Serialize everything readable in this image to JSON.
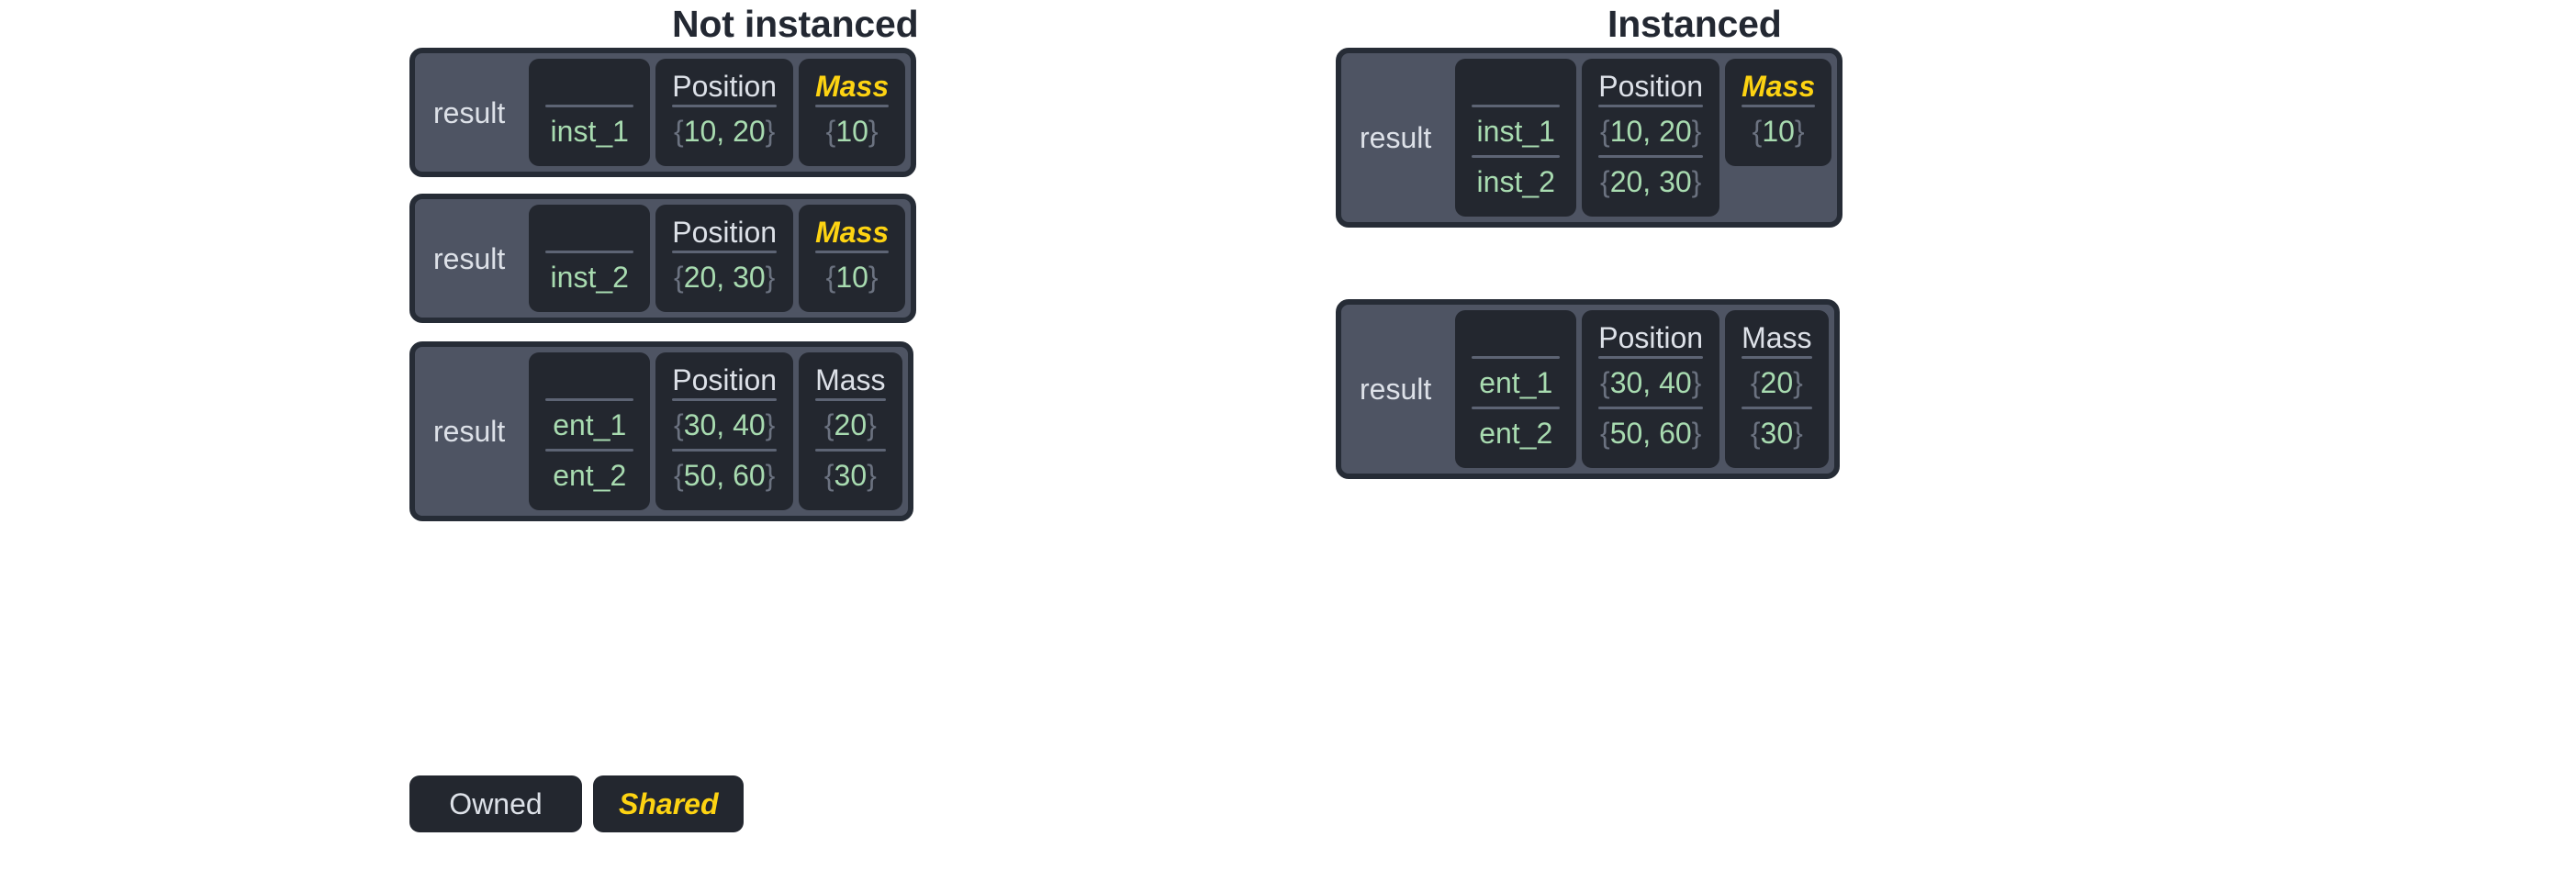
{
  "columns": {
    "left": {
      "title": "Not instanced",
      "tables": [
        {
          "result_label": "result",
          "columns": [
            {
              "header": "",
              "ownership": "blank",
              "values": [
                "inst_1"
              ],
              "kind": "name"
            },
            {
              "header": "Position",
              "ownership": "owned",
              "values": [
                "{10, 20}"
              ],
              "kind": "pos"
            },
            {
              "header": "Mass",
              "ownership": "shared",
              "values": [
                "{10}"
              ],
              "kind": "mass"
            }
          ]
        },
        {
          "result_label": "result",
          "columns": [
            {
              "header": "",
              "ownership": "blank",
              "values": [
                "inst_2"
              ],
              "kind": "name"
            },
            {
              "header": "Position",
              "ownership": "owned",
              "values": [
                "{20, 30}"
              ],
              "kind": "pos"
            },
            {
              "header": "Mass",
              "ownership": "shared",
              "values": [
                "{10}"
              ],
              "kind": "mass"
            }
          ]
        },
        {
          "result_label": "result",
          "columns": [
            {
              "header": "",
              "ownership": "blank",
              "values": [
                "ent_1",
                "ent_2"
              ],
              "kind": "name"
            },
            {
              "header": "Position",
              "ownership": "owned",
              "values": [
                "{30, 40}",
                "{50, 60}"
              ],
              "kind": "pos"
            },
            {
              "header": "Mass",
              "ownership": "owned",
              "values": [
                "{20}",
                "{30}"
              ],
              "kind": "mass"
            }
          ]
        }
      ]
    },
    "right": {
      "title": "Instanced",
      "tables": [
        {
          "result_label": "result",
          "columns": [
            {
              "header": "",
              "ownership": "blank",
              "values": [
                "inst_1",
                "inst_2"
              ],
              "kind": "name"
            },
            {
              "header": "Position",
              "ownership": "owned",
              "values": [
                "{10, 20}",
                "{20, 30}"
              ],
              "kind": "pos"
            },
            {
              "header": "Mass",
              "ownership": "shared",
              "values": [
                "{10}"
              ],
              "kind": "mass"
            }
          ]
        },
        {
          "result_label": "result",
          "columns": [
            {
              "header": "",
              "ownership": "blank",
              "values": [
                "ent_1",
                "ent_2"
              ],
              "kind": "name"
            },
            {
              "header": "Position",
              "ownership": "owned",
              "values": [
                "{30, 40}",
                "{50, 60}"
              ],
              "kind": "pos"
            },
            {
              "header": "Mass",
              "ownership": "owned",
              "values": [
                "{20}",
                "{30}"
              ],
              "kind": "mass"
            }
          ]
        }
      ]
    }
  },
  "legend": [
    {
      "label": "Owned",
      "ownership": "owned"
    },
    {
      "label": "Shared",
      "ownership": "shared"
    }
  ],
  "colors": {
    "page_background": "#ffffff",
    "title_text": "#232832",
    "container_fill": "#4e5463",
    "container_border": "#262c36",
    "card_fill": "#23272f",
    "divider": "#5d6474",
    "owned_text": "#dde1e8",
    "shared_text": "#fdd312",
    "value_text": "#a8dbb0",
    "brace_text": "#6b7280"
  }
}
